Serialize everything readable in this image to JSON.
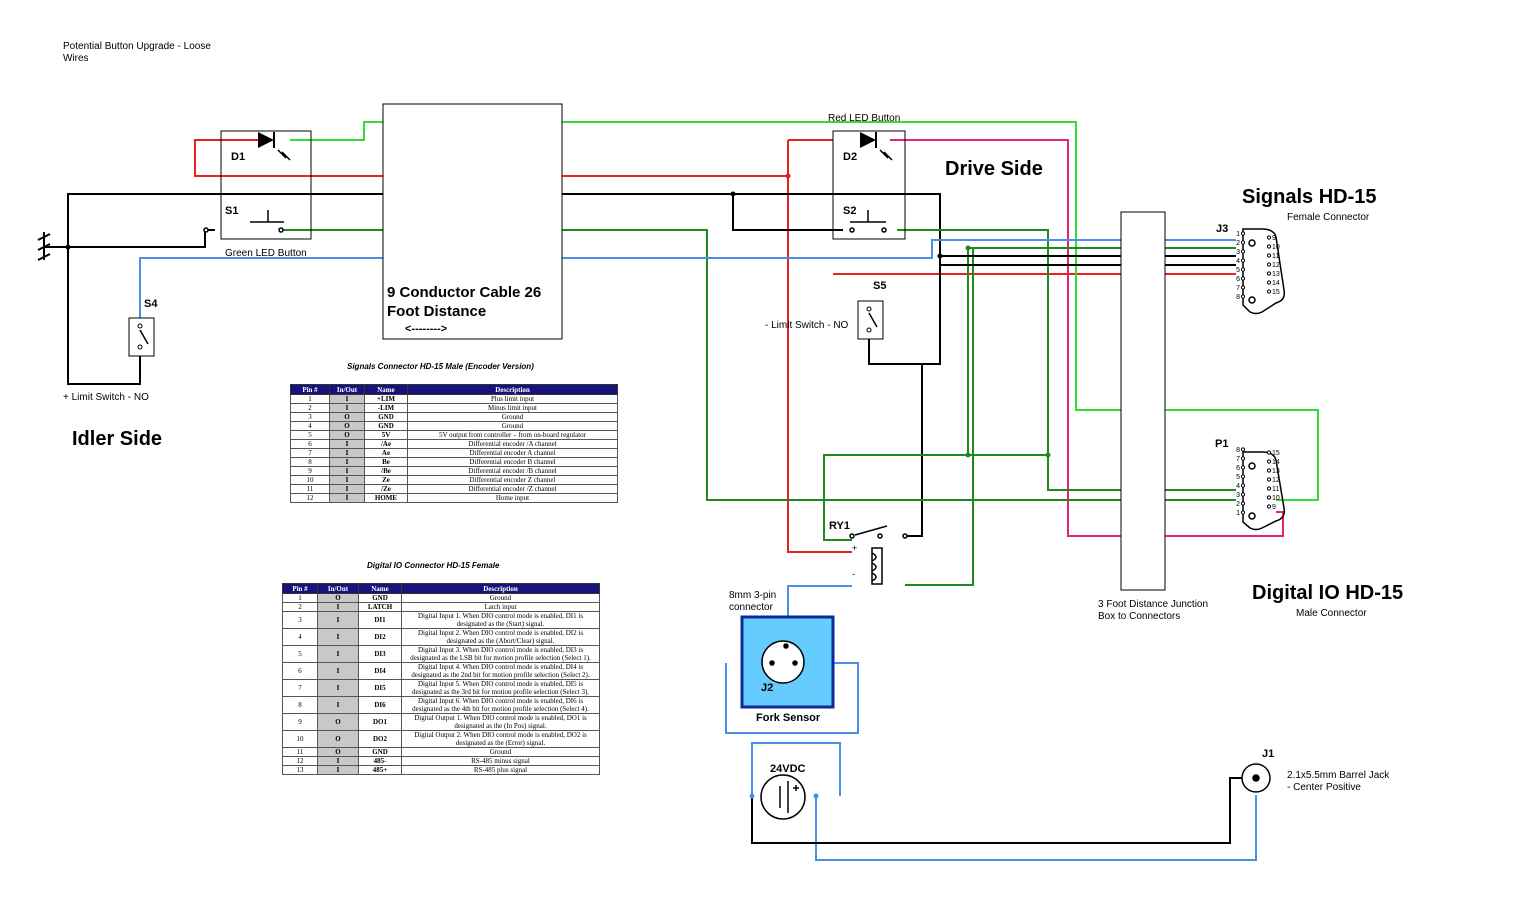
{
  "title_note": "Potential Button Upgrade - Loose Wires",
  "labels": {
    "idler_side": "Idler Side",
    "drive_side": "Drive Side",
    "cable": "9 Conductor Cable  26 Foot Distance",
    "cable_arrow": "<-------->",
    "green_led_button": "Green LED Button",
    "red_led_button": "Red LED Button",
    "plus_limit": "+ Limit Switch - NO",
    "minus_limit": "- Limit Switch - NO",
    "signals_hd15": "Signals HD-15",
    "female_connector": "Female Connector",
    "digital_io_hd15": "Digital IO HD-15",
    "male_connector": "Male Connector",
    "junction_box": "3 Foot Distance Junction Box to Connectors",
    "connector_8mm": "8mm 3-pin connector",
    "fork_sensor": "Fork Sensor",
    "supply": "24VDC",
    "barrel_jack": "2.1x5.5mm Barrel Jack - Center Positive"
  },
  "refdes": {
    "d1": "D1",
    "d2": "D2",
    "s1": "S1",
    "s2": "S2",
    "s4": "S4",
    "s5": "S5",
    "ry1": "RY1",
    "j1": "J1",
    "j2": "J2",
    "j3": "J3",
    "p1": "P1"
  },
  "signals_table": {
    "caption": "Signals Connector HD-15 Male (Encoder Version)",
    "headers": [
      "Pin #",
      "In/Out",
      "Name",
      "Description"
    ],
    "rows": [
      [
        "1",
        "I",
        "+LIM",
        "Plus limit input"
      ],
      [
        "2",
        "I",
        "-LIM",
        "Minus limit input"
      ],
      [
        "3",
        "O",
        "GND",
        "Ground"
      ],
      [
        "4",
        "O",
        "GND",
        "Ground"
      ],
      [
        "5",
        "O",
        "5V",
        "5V output from controller – from on-board regulator"
      ],
      [
        "6",
        "I",
        "/Ae",
        "Differential encoder /A channel"
      ],
      [
        "7",
        "I",
        "Ae",
        "Differential encoder A channel"
      ],
      [
        "8",
        "I",
        "Be",
        "Differential encoder B channel"
      ],
      [
        "9",
        "I",
        "/Be",
        "Differential encoder /B channel"
      ],
      [
        "10",
        "I",
        "Ze",
        "Differential encoder Z channel"
      ],
      [
        "11",
        "I",
        "/Ze",
        "Differential encoder /Z channel"
      ],
      [
        "12",
        "I",
        "HOME",
        "Home input"
      ]
    ]
  },
  "dio_table": {
    "caption": "Digital IO Connector HD-15 Female",
    "headers": [
      "Pin #",
      "In/Out",
      "Name",
      "Description"
    ],
    "rows": [
      [
        "1",
        "O",
        "GND",
        "Ground"
      ],
      [
        "2",
        "I",
        "LATCH",
        "Latch input"
      ],
      [
        "3",
        "I",
        "DI1",
        "Digital Input 1.  When DIO control mode is enabled, DI1 is designated as the (Start) signal."
      ],
      [
        "4",
        "I",
        "DI2",
        "Digital Input 2.  When DIO control mode is enabled, DI2 is designated as the (Abort/Clear) signal."
      ],
      [
        "5",
        "I",
        "DI3",
        "Digital Input 3.  When DIO control mode is enabled, DI3 is designated as the LSB bit for motion profile selection (Select 1)."
      ],
      [
        "6",
        "I",
        "DI4",
        "Digital Input 4.  When DIO control mode is enabled, DI4 is designated as the 2nd bit for motion profile selection (Select 2)."
      ],
      [
        "7",
        "I",
        "DI5",
        "Digital Input 5.  When DIO control mode is enabled, DI5 is designated as the 3rd bit for motion profile selection (Select 3)."
      ],
      [
        "8",
        "I",
        "DI6",
        "Digital Input 6.  When DIO control mode is enabled, DI6 is designated as the 4th bit for motion profile selection (Select 4)."
      ],
      [
        "9",
        "O",
        "DO1",
        "Digital Output 1.  When DIO control mode is enabled, DO1 is designated as the (In Pos) signal."
      ],
      [
        "10",
        "O",
        "DO2",
        "Digital Output 2.  When DIO control mode is enabled, DO2 is designated as the (Error) signal."
      ],
      [
        "11",
        "O",
        "GND",
        "Ground"
      ],
      [
        "12",
        "I",
        "485-",
        "RS-485 minus signal"
      ],
      [
        "13",
        "I",
        "485+",
        "RS-485 plus signal"
      ]
    ]
  },
  "pins": {
    "j3_left": [
      "1",
      "2",
      "3",
      "4",
      "5",
      "6",
      "7",
      "8"
    ],
    "j3_right": [
      "9",
      "10",
      "11",
      "12",
      "13",
      "14",
      "15"
    ],
    "p1_left": [
      "8",
      "7",
      "6",
      "5",
      "4",
      "3",
      "2",
      "1"
    ],
    "p1_right": [
      "15",
      "14",
      "13",
      "12",
      "11",
      "10",
      "9"
    ]
  },
  "relay_marks": {
    "plus": "+",
    "minus": "-"
  },
  "colors": {
    "red": "#e8201e",
    "green": "#1e8a1e",
    "lime": "#33dd33",
    "blue": "#4a8fe8",
    "magenta": "#e8207a",
    "black": "#000000",
    "sensor_fill": "#66ccff",
    "sensor_border": "#0e2a9a",
    "table_header": "#16147a"
  }
}
